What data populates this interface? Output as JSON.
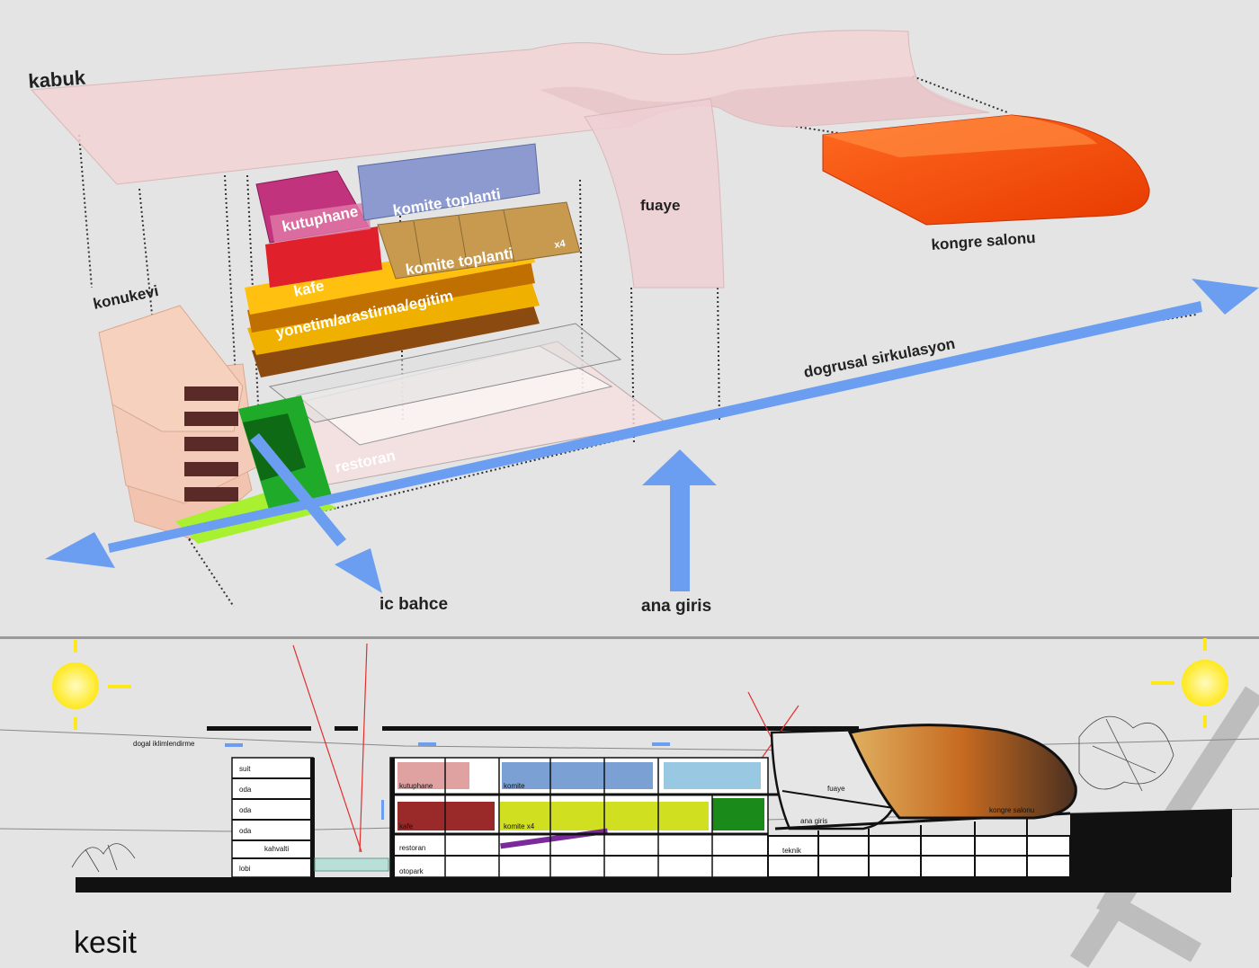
{
  "axonometric": {
    "labels": {
      "kabuk": "kabuk",
      "konukevi": "konukevi",
      "kutuphane": "kutuphane",
      "komite_toplanti": "komite toplanti",
      "komite_toplanti_x4": "komite toplanti",
      "x4": "x4",
      "kafe": "kafe",
      "yonetim": "yonetim/arastirma/egitim",
      "restoran": "restoran",
      "fuaye": "fuaye",
      "kongre_salonu": "kongre salonu",
      "dogrusal_sirkulasyon": "dogrusal sirkulasyon",
      "ic_bahce": "ic bahce",
      "ana_giris": "ana giris"
    }
  },
  "section": {
    "labels": {
      "dogal_iklimlendirme": "dogal iklimlendirme",
      "suit": "suit",
      "oda1": "oda",
      "oda2": "oda",
      "oda3": "oda",
      "kahvalti": "kahvalti",
      "lobi": "lobi",
      "kutuphane": "kutuphane",
      "komite": "komite",
      "kafe": "kafe",
      "komite_x4": "komite x4",
      "restoran": "restoran",
      "otopark": "otopark",
      "teknik": "teknik",
      "fuaye": "fuaye",
      "ana_giris": "ana giris",
      "kongre_salonu": "kongre salonu"
    },
    "caption": "kesit"
  },
  "colors": {
    "background": "#e4e4e4",
    "shell": "#f3d6d6",
    "circulation": "#6b9ef0",
    "kongre": "#ff4a10",
    "kutuphane": "#c2337e",
    "komite": "#8c9ad0",
    "kafe": "#e0202a",
    "yonetim": "#f0b000",
    "garden_green": "#1faa2a",
    "garden_light": "#a8f030",
    "sun": "#ffee30"
  }
}
